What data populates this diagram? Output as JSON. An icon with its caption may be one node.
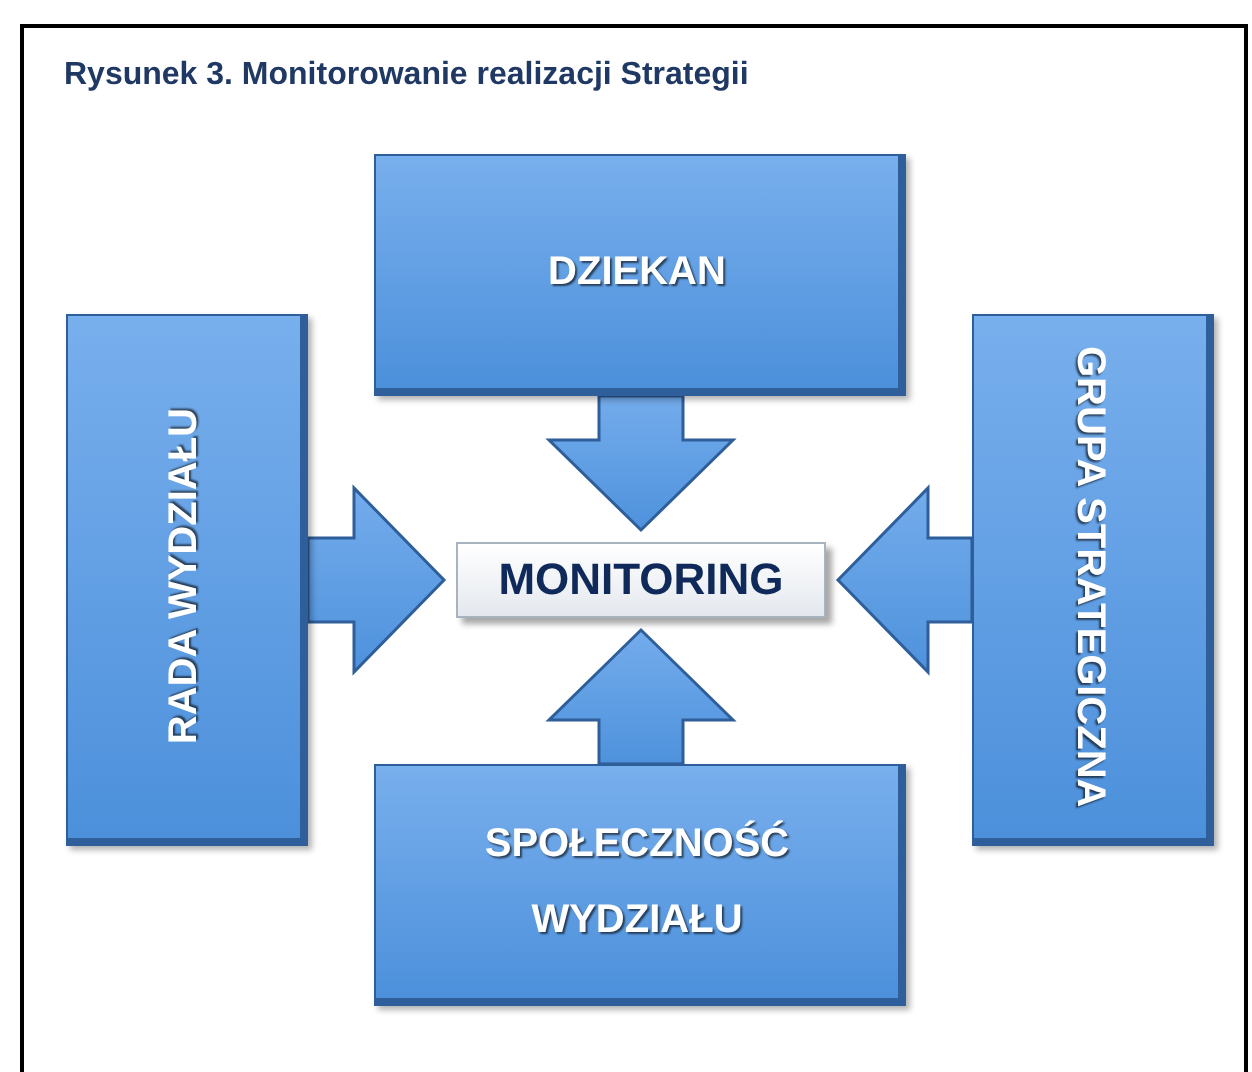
{
  "diagram": {
    "title": "Rysunek 3. Monitorowanie realizacji Strategii",
    "nodes": [
      {
        "text": [
          "DZIEKAN"
        ]
      },
      {
        "text": [
          "RADA WYDZIAŁU"
        ]
      },
      {
        "text": [
          "MONITORING"
        ]
      },
      {
        "text": [
          "GRUPA STRATEGICZNA"
        ]
      },
      {
        "text": [
          "SPOŁECZNOŚĆ WYDZIAŁU"
        ]
      }
    ],
    "edges": [
      {
        "from": 0,
        "to": 2,
        "arrow": "to"
      },
      {
        "from": 1,
        "to": 2,
        "arrow": "to"
      },
      {
        "from": 3,
        "to": 2,
        "arrow": "to"
      },
      {
        "from": 4,
        "to": 2,
        "arrow": "to"
      }
    ]
  }
}
